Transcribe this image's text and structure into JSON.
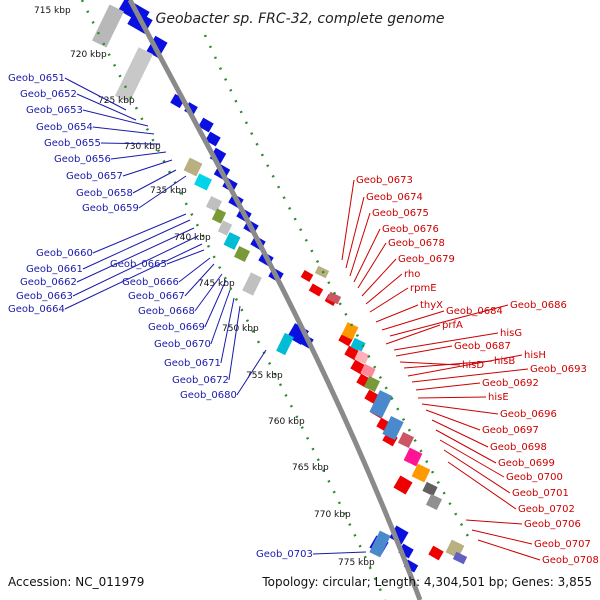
{
  "title": "Geobacter sp. FRC-32, complete genome",
  "footer": {
    "accession": "Accession: NC_011979",
    "topology": "Topology: circular; Length: 4,304,501 bp; Genes: 3,855"
  },
  "colors": {
    "backbone": "#8a8a8a",
    "ticks": "#2e8b2e",
    "forward_label": "#1a1aaa",
    "reverse_label": "#cc0000",
    "forward_strand": "#0a10e0",
    "reverse_strand": "#ee0000"
  },
  "kbp_marks": [
    {
      "text": "715 kbp",
      "kbp": 715
    },
    {
      "text": "720 kbp",
      "kbp": 720
    },
    {
      "text": "725 kbp",
      "kbp": 725
    },
    {
      "text": "730 kbp",
      "kbp": 730
    },
    {
      "text": "735 kbp",
      "kbp": 735
    },
    {
      "text": "740 kbp",
      "kbp": 740
    },
    {
      "text": "745 kbp",
      "kbp": 745
    },
    {
      "text": "750 kbp",
      "kbp": 750
    },
    {
      "text": "755 kbp",
      "kbp": 755
    },
    {
      "text": "760 kbp",
      "kbp": 760
    },
    {
      "text": "765 kbp",
      "kbp": 765
    },
    {
      "text": "770 kbp",
      "kbp": 770
    },
    {
      "text": "775 kbp",
      "kbp": 775
    }
  ],
  "forward_labels": [
    "Geob_0651",
    "Geob_0652",
    "Geob_0653",
    "Geob_0654",
    "Geob_0655",
    "Geob_0656",
    "Geob_0657",
    "Geob_0658",
    "Geob_0659",
    "Geob_0660",
    "Geob_0661",
    "Geob_0662",
    "Geob_0663",
    "Geob_0664",
    "Geob_0665",
    "Geob_0666",
    "Geob_0667",
    "Geob_0668",
    "Geob_0669",
    "Geob_0670",
    "Geob_0671",
    "Geob_0672",
    "Geob_0680",
    "Geob_0703"
  ],
  "reverse_labels": [
    "Geob_0673",
    "Geob_0674",
    "Geob_0675",
    "Geob_0676",
    "Geob_0678",
    "Geob_0679",
    "rho",
    "rpmE",
    "thyX",
    "Geob_0684",
    "Geob_0686",
    "prfA",
    "hisG",
    "Geob_0687",
    "hisD",
    "hisB",
    "hisH",
    "Geob_0693",
    "Geob_0692",
    "hisE",
    "Geob_0696",
    "Geob_0697",
    "Geob_0698",
    "Geob_0699",
    "Geob_0700",
    "Geob_0701",
    "Geob_0702",
    "Geob_0706",
    "Geob_0707",
    "Geob_0708"
  ]
}
